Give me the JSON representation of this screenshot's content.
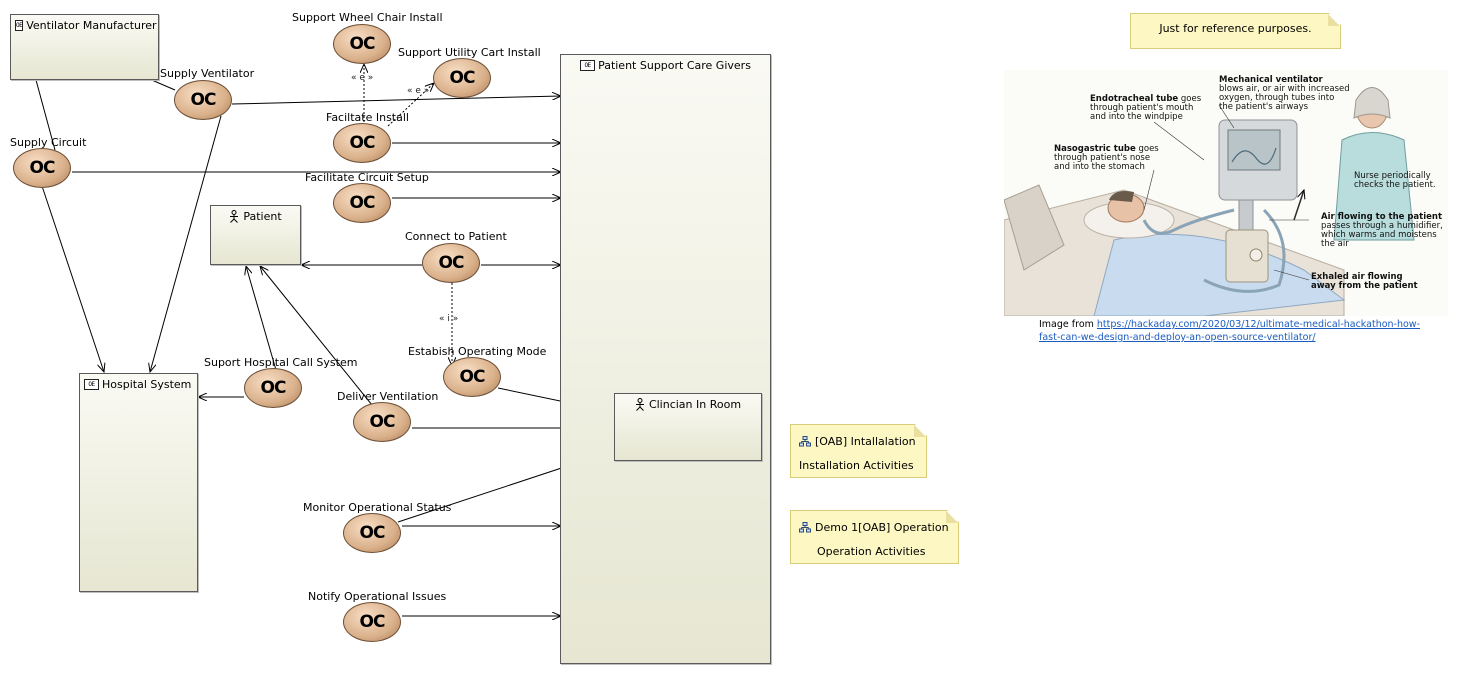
{
  "blocks": {
    "ventilator_manufacturer": "Ventilator Manufacturer",
    "patient_support_care_givers": "Patient Support Care Givers",
    "patient": "Patient",
    "hospital_system": "Hospital System",
    "clinician_in_room": "Clincian In Room",
    "entity_icon": "OE"
  },
  "capabilities": {
    "supply_ventilator": "Supply Ventilator",
    "supply_circuit": "Supply Circuit",
    "support_wheel_chair_install": "Support Wheel Chair Install",
    "support_utility_cart_install": "Support Utility Cart Install",
    "facilitate_install": "Faciltate Install",
    "facilitate_circuit_setup": "Facilitate Circuit Setup",
    "connect_to_patient": "Connect to Patient",
    "establish_operating_mode": "Estabish Operating Mode",
    "support_hospital_call_system": "Suport Hospital Call System",
    "deliver_ventilation": "Deliver Ventilation",
    "monitor_operational_status": "Monitor Operational Status",
    "notify_operational_issues": "Notify Operational Issues",
    "oc_glyph": "OC"
  },
  "stereotypes": {
    "extend_1": "« e »",
    "extend_2": "« e »",
    "include": "« i »"
  },
  "notes": {
    "reference": "Just for reference purposes.",
    "oab_installation_title": "[OAB] Intallalation",
    "oab_installation_sub": "Installation Activities",
    "oab_operation_title": "Demo 1[OAB] Operation",
    "oab_operation_sub": "Operation Activities"
  },
  "illustration": {
    "mechanical_ventilator_title": "Mechanical ventilator",
    "mechanical_ventilator_text": [
      "blows air, or air with increased",
      "oxygen, through tubes into",
      "the patient's airways"
    ],
    "endotracheal_title": "Endotracheal tube",
    "endotracheal_text": [
      " goes",
      "through patient's mouth",
      "and into the windpipe"
    ],
    "nasogastric_title": "Nasogastric tube",
    "nasogastric_text": [
      " goes",
      "through patient's nose",
      "and into the stomach"
    ],
    "nurse_text": [
      "Nurse periodically",
      "checks the patient."
    ],
    "air_flowing_title": "Air flowing to the patient",
    "air_flowing_text": [
      "passes through a humidifier,",
      "which warms and moistens",
      "the air"
    ],
    "exhaled_title": [
      "Exhaled air flowing",
      "away from the patient"
    ]
  },
  "caption": {
    "prefix": "Image from ",
    "link_line1": "https://hackaday.com/2020/03/12/ultimate-medical-hackathon-how-",
    "link_line2": "fast-can-we-design-and-deploy-an-open-source-ventilator/"
  },
  "colors": {
    "block_fill_top": "#fafaf4",
    "block_fill_bottom": "#e6e6d2",
    "oc_fill": "#d9b08a",
    "note_fill": "#fdf8c3",
    "link": "#1a5bbf"
  }
}
